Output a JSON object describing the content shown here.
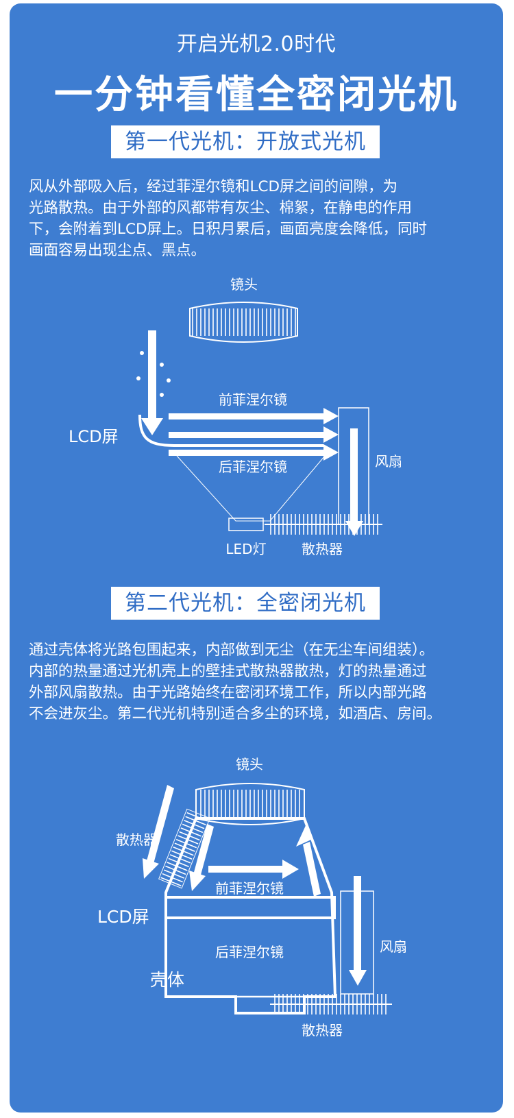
{
  "header": {
    "subtitle": "开启光机2.0时代",
    "title": "一分钟看懂全密闭光机"
  },
  "section1": {
    "heading": "第一代光机：开放式光机",
    "paragraph_lines": [
      "风从外部吸入后，经过菲涅尔镜和LCD屏之间的间隙，为",
      "光路散热。由于外部的风都带有灰尘、棉絮，在静电的作用",
      "下，会附着到LCD屏上。日积月累后，画面亮度会降低，同时",
      "画面容易出现尘点、黑点。"
    ],
    "diagram": {
      "lens": "镜头",
      "front_fresnel": "前菲涅尔镜",
      "lcd": "LCD屏",
      "rear_fresnel": "后菲涅尔镜",
      "fan": "风扇",
      "led": "LED灯",
      "heatsink": "散热器"
    }
  },
  "section2": {
    "heading": "第二代光机：全密闭光机",
    "paragraph_lines": [
      "通过壳体将光路包围起来，内部做到无尘（在无尘车间组装）。",
      "内部的热量通过光机壳上的壁挂式散热器散热，灯的热量通过",
      "外部风扇散热。由于光路始终在密闭环境工作，所以内部光路",
      "不会进灰尘。第二代光机特别适合多尘的环境，如酒店、房间。"
    ],
    "diagram": {
      "lens": "镜头",
      "heatsink_wall": "散热器",
      "front_fresnel": "前菲涅尔镜",
      "lcd": "LCD屏",
      "rear_fresnel": "后菲涅尔镜",
      "shell": "壳体",
      "fan": "风扇",
      "heatsink_bottom": "散热器"
    }
  }
}
